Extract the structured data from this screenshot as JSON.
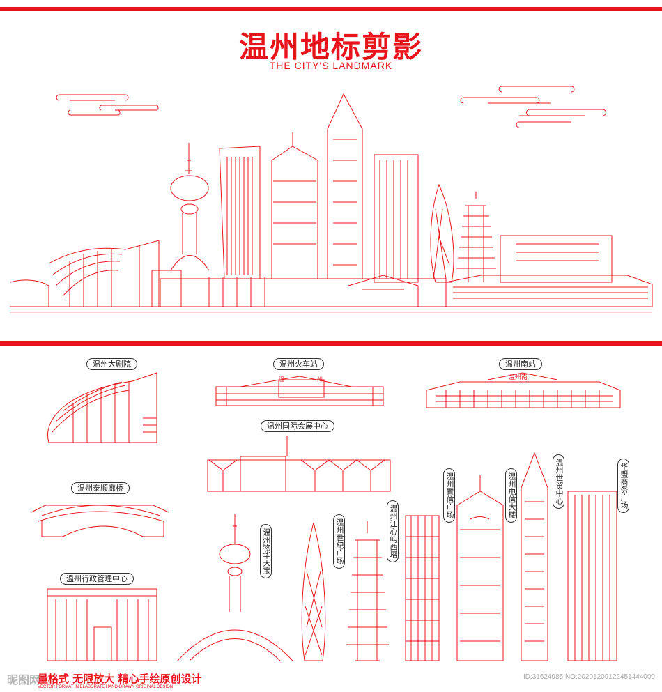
{
  "header": {
    "title": "温州地标剪影",
    "subtitle": "THE CITY'S LANDMARK"
  },
  "colors": {
    "accent": "#e8141c",
    "label_border": "#333333"
  },
  "landmarks": [
    {
      "id": "theatre",
      "label": "温州大剧院"
    },
    {
      "id": "train",
      "label": "温州火车站"
    },
    {
      "id": "south",
      "label": "温州南站"
    },
    {
      "id": "expo",
      "label": "温州国际会展中心"
    },
    {
      "id": "bridge",
      "label": "温州泰顺廊桥"
    },
    {
      "id": "admin",
      "label": "温州行政管理中心"
    },
    {
      "id": "wutian",
      "label": "温州物华天宝"
    },
    {
      "id": "shiji",
      "label": "温州世纪广场"
    },
    {
      "id": "jiangxin",
      "label": "温州江心屿西塔"
    },
    {
      "id": "zhixin",
      "label": "温州置信广场"
    },
    {
      "id": "dianxin",
      "label": "温州电信大楼"
    },
    {
      "id": "shimao",
      "label": "温州世贸中心"
    },
    {
      "id": "huameng",
      "label": "华盟商务广场"
    }
  ],
  "signs": {
    "south_station_sign": "温州南",
    "train_station_sign_left": "温",
    "train_station_sign_right": "州"
  },
  "footer": {
    "slogan": "量格式 无限放大   精心手绘原创设计",
    "slogan_en": "VECTOR FORMAT IN ELABORATE HAND-DRAWN ORIGINAL DESIGN",
    "watermark_left": "昵图网",
    "watermark_right": "ID:31624985 NO:20201209122451444000"
  }
}
